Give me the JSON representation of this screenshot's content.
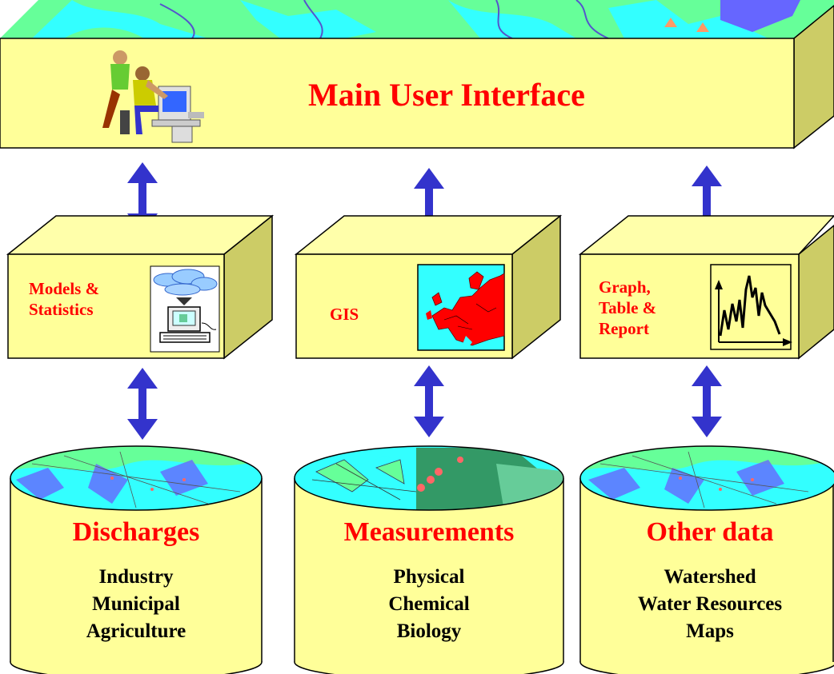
{
  "main": {
    "title": "Main User Interface"
  },
  "modules": [
    {
      "label_line1": "Models &",
      "label_line2": "Statistics",
      "icon": "computer-weather-icon"
    },
    {
      "label_line1": "GIS",
      "label_line2": "",
      "icon": "europe-map-icon"
    },
    {
      "label_line1": "Graph,",
      "label_line2": "Table &",
      "label_line3": "Report",
      "icon": "line-graph-icon"
    }
  ],
  "databases": [
    {
      "title": "Discharges",
      "items": [
        "Industry",
        "Municipal",
        "Agriculture"
      ]
    },
    {
      "title": "Measurements",
      "items": [
        "Physical",
        "Chemical",
        "Biology"
      ]
    },
    {
      "title": "Other data",
      "items": [
        "Watershed",
        "Water Resources",
        "Maps"
      ]
    }
  ],
  "colors": {
    "box_front": "#ffff99",
    "box_side": "#cccc66",
    "box_top": "#ffffaa",
    "map_land": "#66ff99",
    "map_water": "#33ffff",
    "map_lake": "#6666ff",
    "arrow": "#3333cc",
    "title_text": "#ff0000"
  }
}
